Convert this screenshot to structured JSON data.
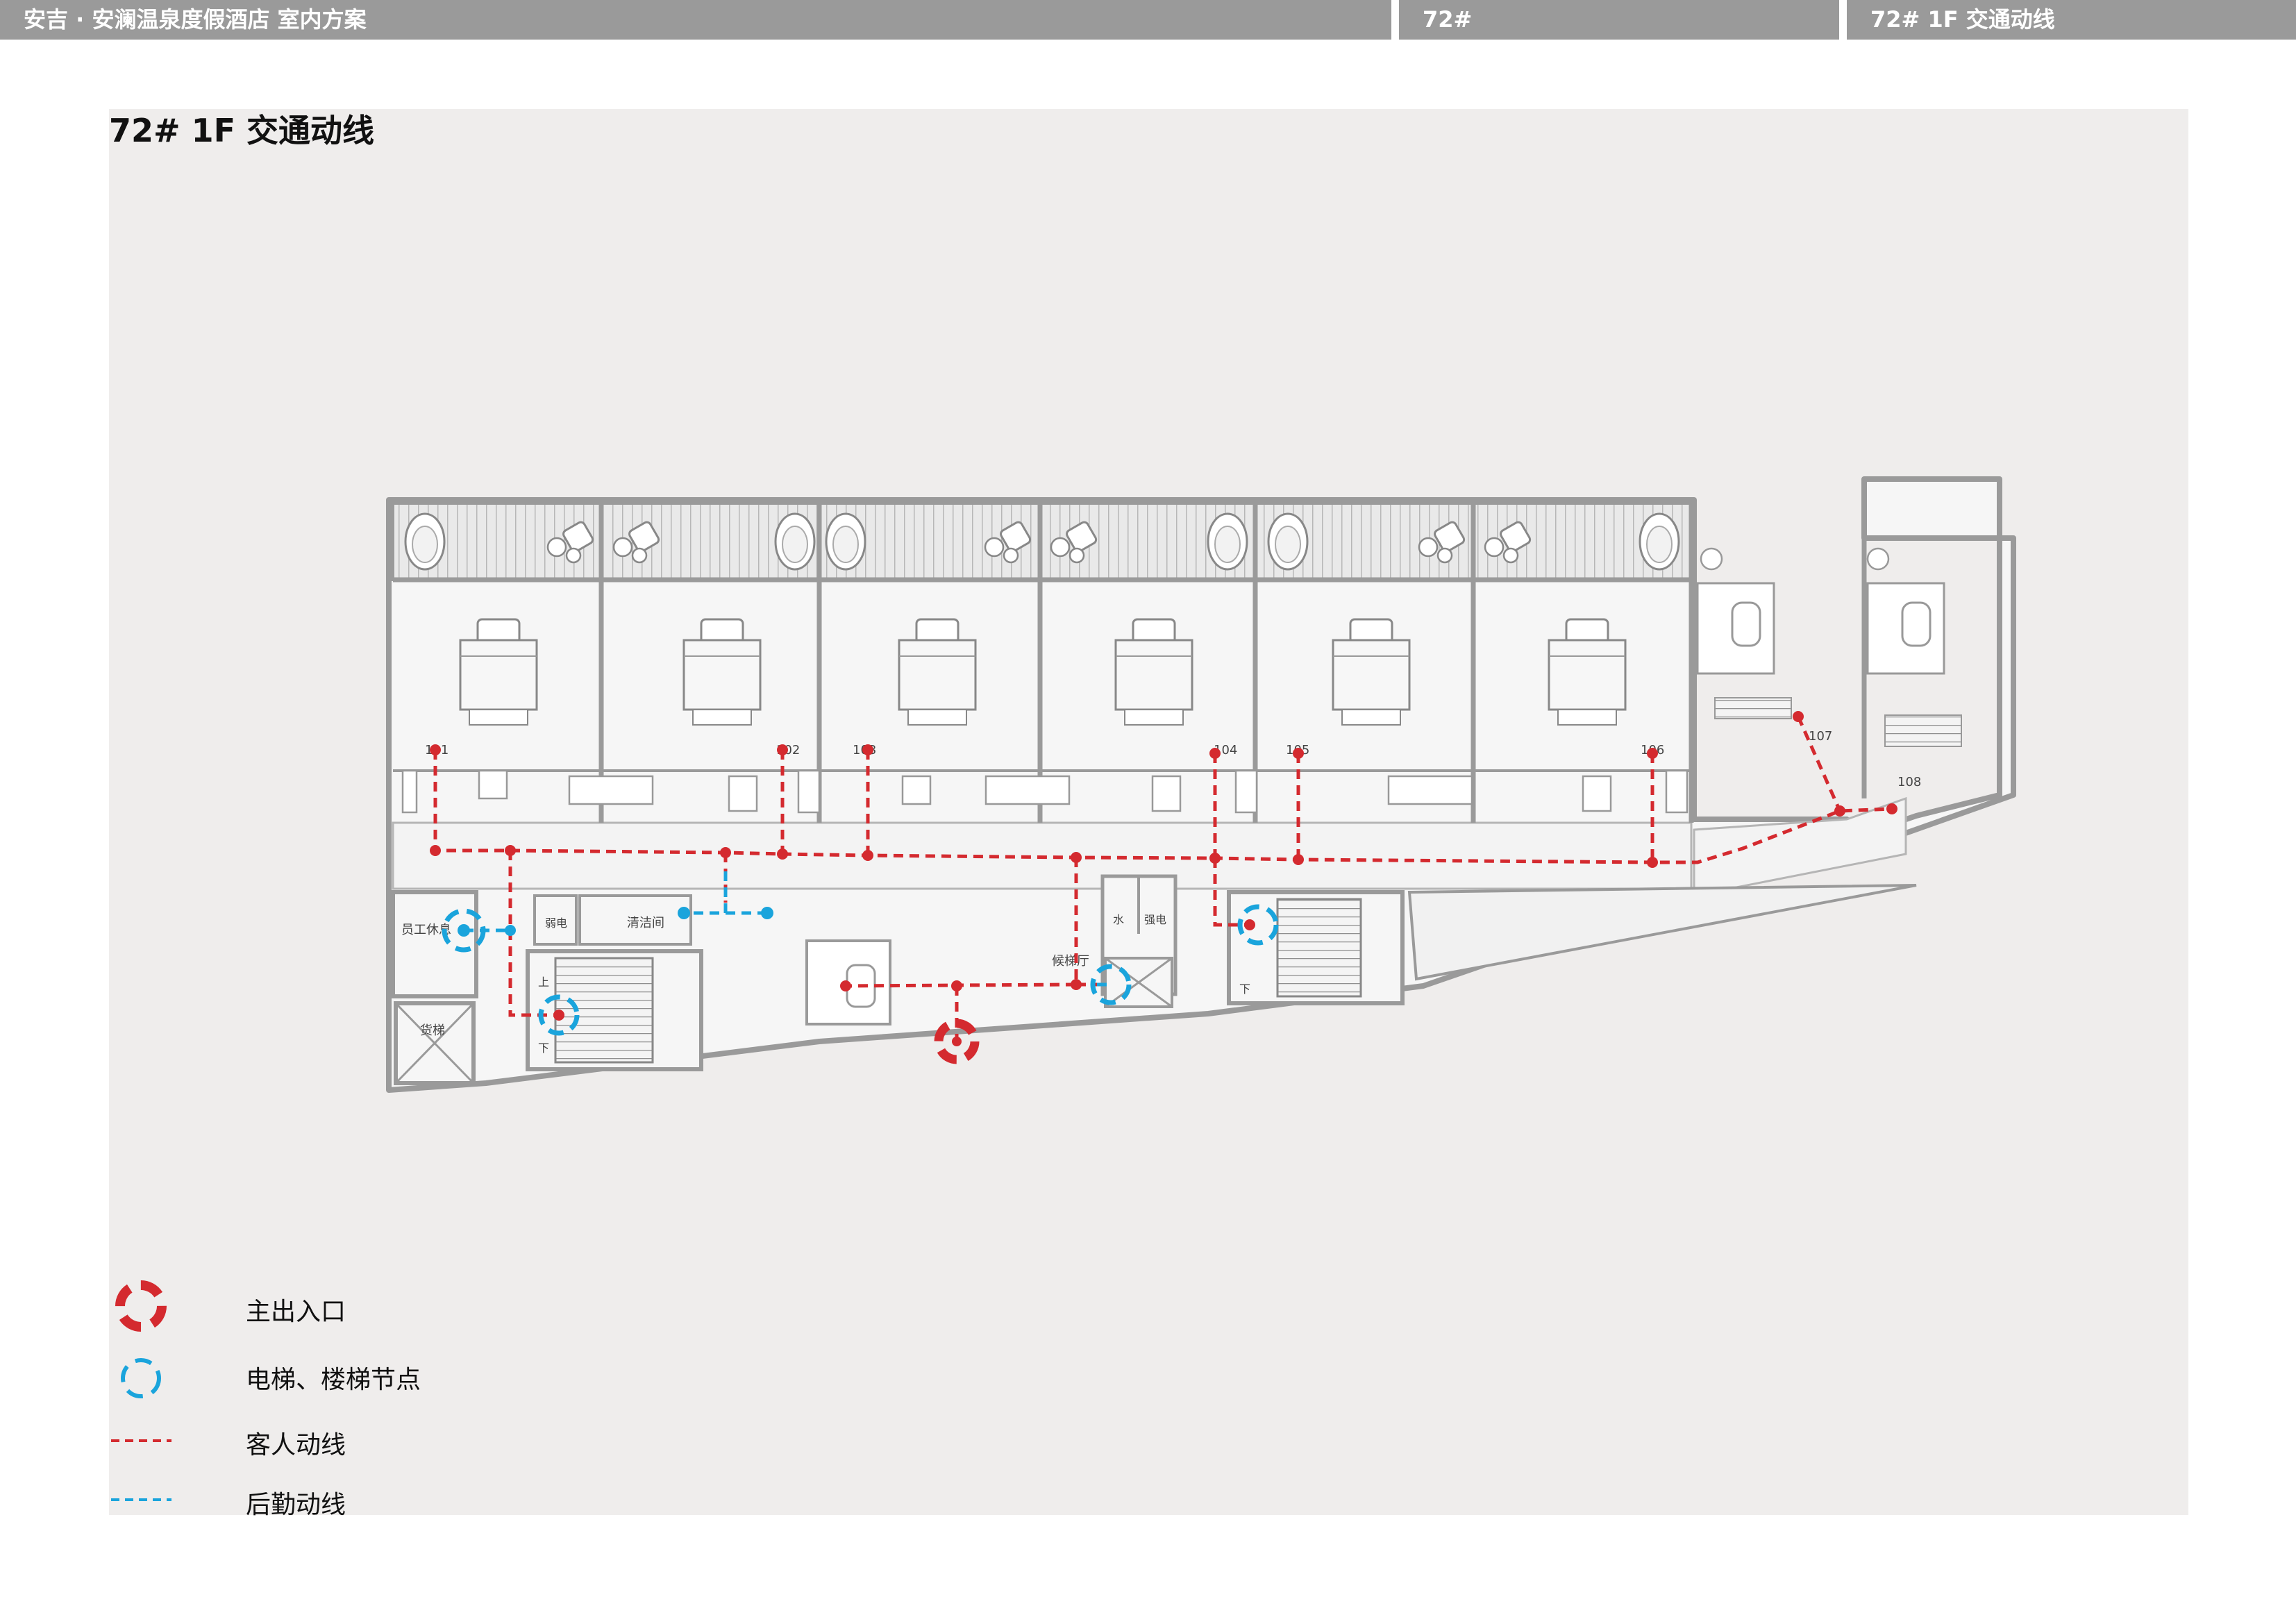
{
  "header": {
    "project": "安吉 · 安澜温泉度假酒店   室内方案",
    "building": "72#",
    "sheet": "72#  1F 交通动线"
  },
  "drawing": {
    "title": "72#  1F  交通动线",
    "rooms": {
      "staff_lounge": "员工休息",
      "freight_elevator": "货梯",
      "weak_electric": "弱电",
      "cleaning_room": "清洁间",
      "waiting_hall": "候梯厅",
      "water": "水",
      "strong_electric": "强电",
      "up": "上",
      "down": "下",
      "room_101": "101",
      "room_102": "102",
      "room_103": "103",
      "room_104": "104",
      "room_105": "105",
      "room_106": "106",
      "room_107": "107",
      "room_108": "108"
    },
    "colors": {
      "guest_route": "#d42a2f",
      "staff_route": "#1aa4dc",
      "walls": "#9a9a9a",
      "floor": "#f6f6f6"
    }
  },
  "legend": {
    "main_entrance": "主出入口",
    "vertical_node": "电梯、楼梯节点",
    "guest_route": "客人动线",
    "staff_route": "后勤动线"
  }
}
